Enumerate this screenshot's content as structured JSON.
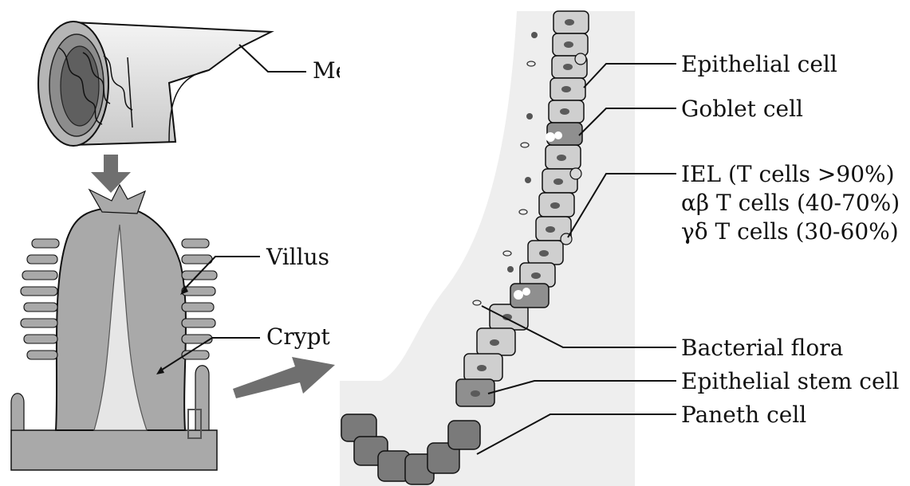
{
  "labels": {
    "mesenterium": "Mesenterium",
    "villus": "Villus",
    "crypt": "Crypt",
    "epithelial_cell": "Epithelial cell",
    "goblet_cell": "Goblet cell",
    "iel_line1": "IEL (T cells >90%)",
    "iel_line2": "αβ T cells (40-70%)",
    "iel_line3": "γδ T cells (30-60%)",
    "bacterial_flora": "Bacterial flora",
    "epithelial_stem_cell": "Epithelial stem cell",
    "paneth_cell": "Paneth cell"
  },
  "colors": {
    "cell_fill": "#cfcfcf",
    "stem_cell_fill": "#8f8f8f",
    "tissue_fill": "#a9a9a9",
    "lumen_fill": "#eeeeee",
    "arrow_fill": "#6f6f6f"
  }
}
